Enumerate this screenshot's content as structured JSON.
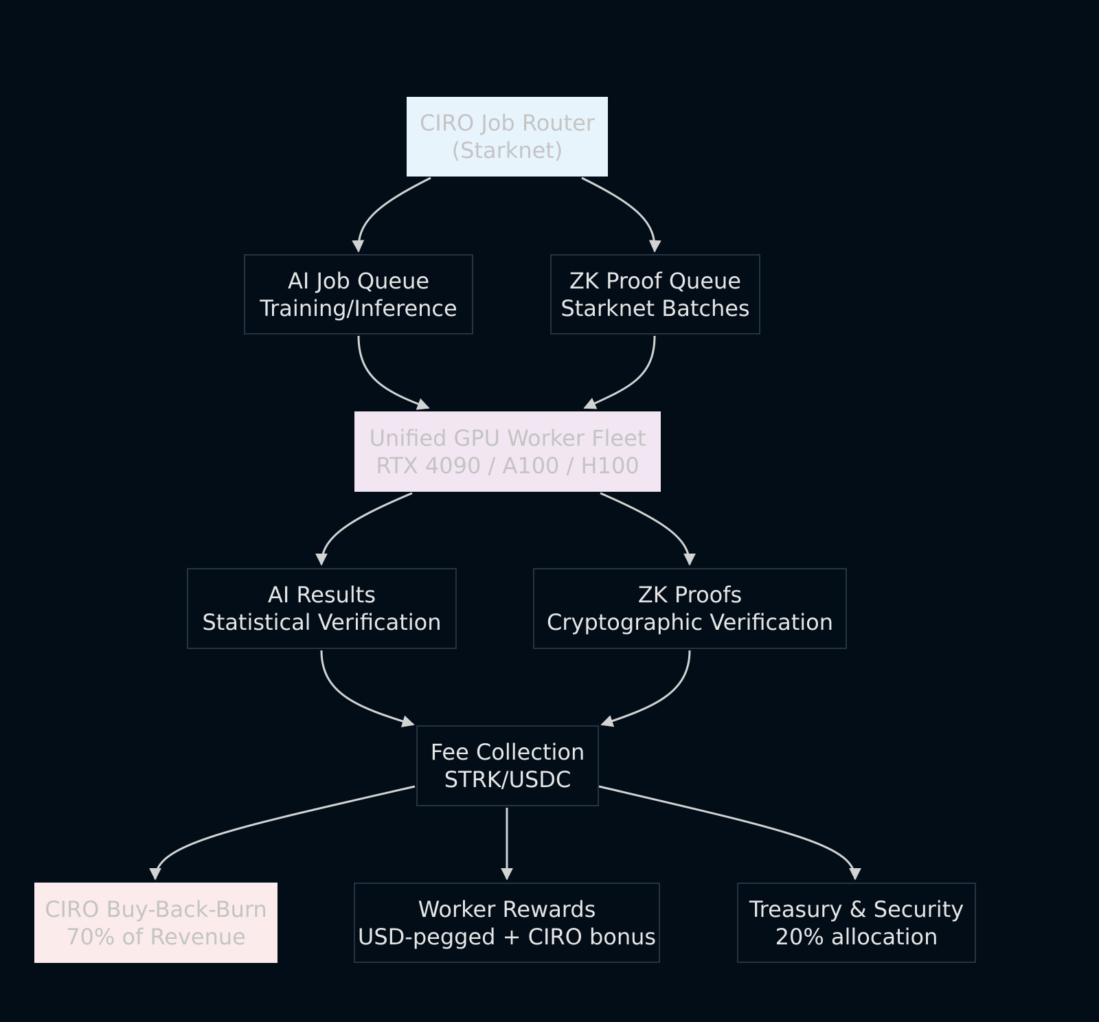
{
  "colors": {
    "background": "#020d18",
    "edge": "#d3d3d3",
    "node_border": "#263340",
    "router_fill": "#e8f4fc",
    "gpu_fill": "#f2e6f2",
    "burn_fill": "#fcebeb"
  },
  "nodes": {
    "router": {
      "line1": "CIRO Job Router",
      "line2": "(Starknet)"
    },
    "aiqueue": {
      "line1": "AI Job Queue",
      "line2": "Training/Inference"
    },
    "zkqueue": {
      "line1": "ZK Proof Queue",
      "line2": "Starknet Batches"
    },
    "gpu": {
      "line1": "Unified GPU Worker Fleet",
      "line2": "RTX 4090 / A100 / H100"
    },
    "airesult": {
      "line1": "AI Results",
      "line2": "Statistical Verification"
    },
    "zkproof": {
      "line1": "ZK Proofs",
      "line2": "Cryptographic Verification"
    },
    "fee": {
      "line1": "Fee Collection",
      "line2": "STRK/USDC"
    },
    "burn": {
      "line1": "CIRO Buy-Back-Burn",
      "line2": "70% of Revenue"
    },
    "rewards": {
      "line1": "Worker Rewards",
      "line2": "USD-pegged + CIRO bonus"
    },
    "treasury": {
      "line1": "Treasury & Security",
      "line2": "20% allocation"
    }
  },
  "edges": [
    {
      "from": "router",
      "to": "aiqueue"
    },
    {
      "from": "router",
      "to": "zkqueue"
    },
    {
      "from": "aiqueue",
      "to": "gpu"
    },
    {
      "from": "zkqueue",
      "to": "gpu"
    },
    {
      "from": "gpu",
      "to": "airesult"
    },
    {
      "from": "gpu",
      "to": "zkproof"
    },
    {
      "from": "airesult",
      "to": "fee"
    },
    {
      "from": "zkproof",
      "to": "fee"
    },
    {
      "from": "fee",
      "to": "burn"
    },
    {
      "from": "fee",
      "to": "rewards"
    },
    {
      "from": "fee",
      "to": "treasury"
    }
  ]
}
